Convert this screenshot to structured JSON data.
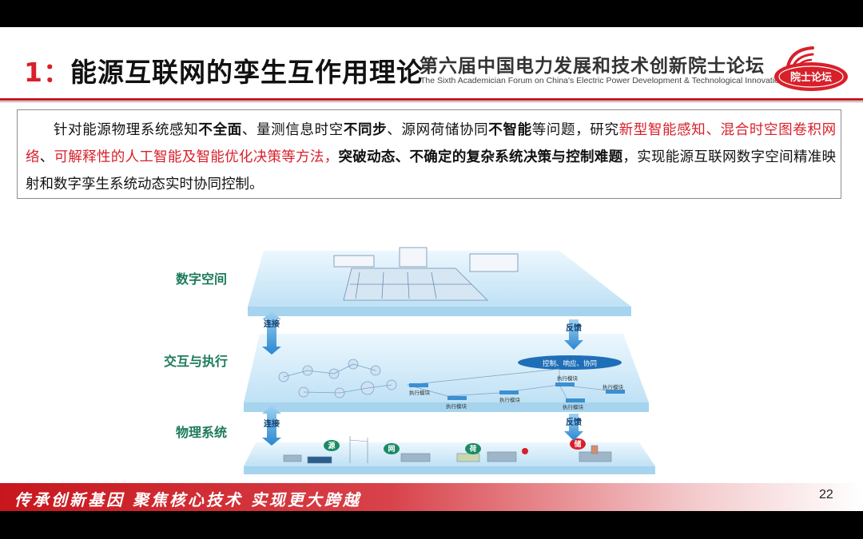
{
  "header": {
    "title_number": "1：",
    "title_text": "能源互联网的孪生互作用理论",
    "forum_cn": "第六届中国电力发展和技术创新院士论坛",
    "forum_en": "The Sixth Academician Forum on China's Electric Power Development & Technological Innovation",
    "logo_text": "院士论坛"
  },
  "intro": {
    "s1": "针对能源物理系统感知",
    "s2": "不全面",
    "s3": "、量测信息时空",
    "s4": "不同步",
    "s5": "、源网荷储协同",
    "s6": "不智能",
    "s7": "等问题，研究",
    "s8": "新型智能感知、混合时空图卷积网络",
    "s9": "、",
    "s10": "可解释性的人工智能及智能优化决策等方法，",
    "s11": "突破动态、不确定的复杂系统决策与控制难题",
    "s12": "，实现能源互联网数字空间精准映射和数字孪生系统动态实时协同控制。"
  },
  "diagram": {
    "layers": [
      "数字空间",
      "交互与执行",
      "物理系统"
    ],
    "link_label": "连接",
    "feedback_label": "反馈",
    "control_label": "控制、响应、协同",
    "module_label": "执行模块",
    "phys_tags": [
      "源",
      "网",
      "荷",
      "储"
    ]
  },
  "footer": {
    "slogan": "传承创新基因 聚焦核心技术 实现更大跨越",
    "page_number": "22"
  },
  "colors": {
    "accent_red": "#d8202a",
    "label_green": "#1c7a5c",
    "layer_blue": "#bfe4f7",
    "arrow_blue": "#3a9ad9"
  }
}
